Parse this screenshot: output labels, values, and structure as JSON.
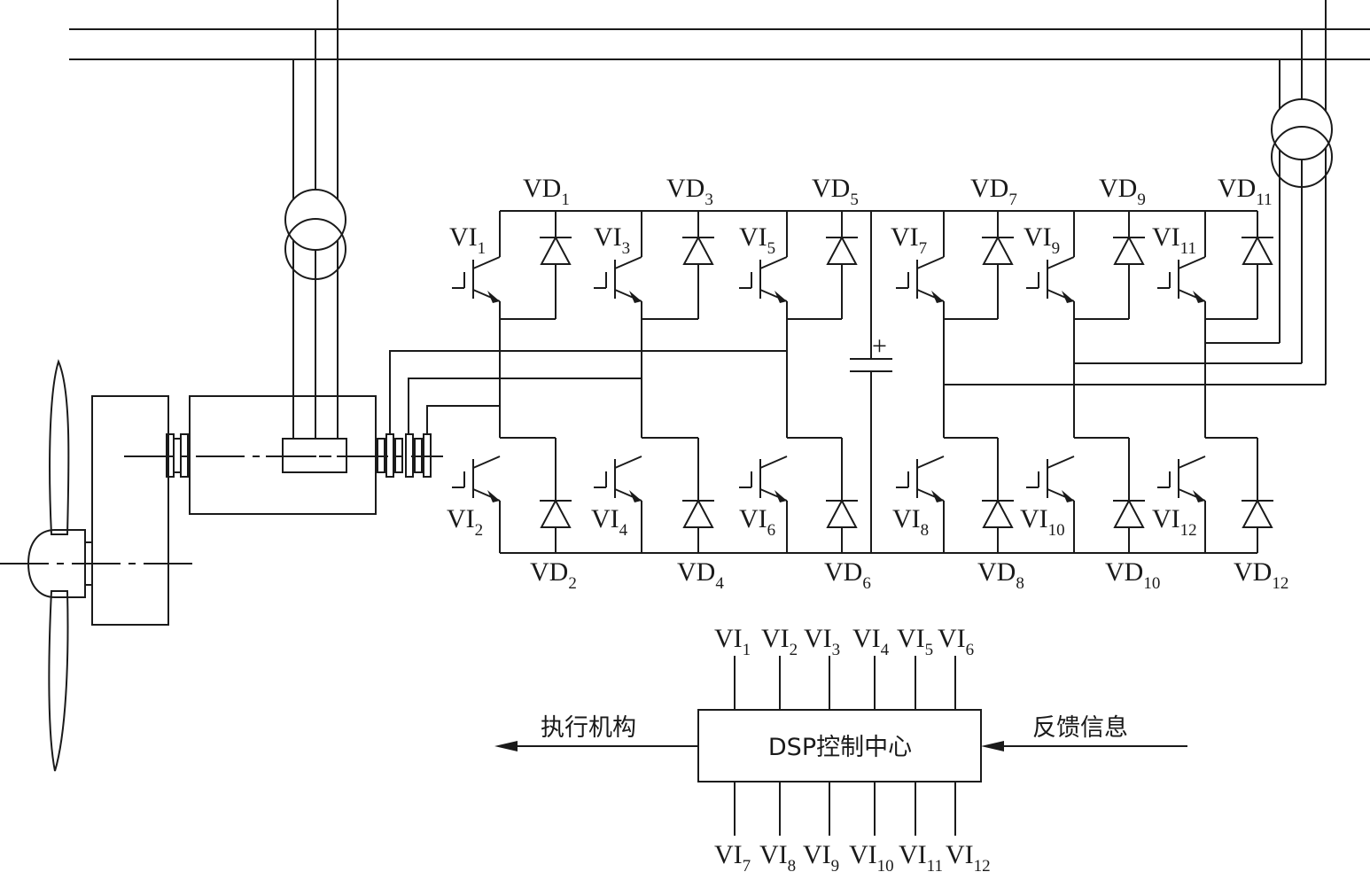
{
  "labels": {
    "vd": [
      {
        "base": "VD",
        "sub": "1"
      },
      {
        "base": "VD",
        "sub": "2"
      },
      {
        "base": "VD",
        "sub": "3"
      },
      {
        "base": "VD",
        "sub": "4"
      },
      {
        "base": "VD",
        "sub": "5"
      },
      {
        "base": "VD",
        "sub": "6"
      },
      {
        "base": "VD",
        "sub": "7"
      },
      {
        "base": "VD",
        "sub": "8"
      },
      {
        "base": "VD",
        "sub": "9"
      },
      {
        "base": "VD",
        "sub": "10"
      },
      {
        "base": "VD",
        "sub": "11"
      },
      {
        "base": "VD",
        "sub": "12"
      }
    ],
    "vi": [
      {
        "base": "VI",
        "sub": "1"
      },
      {
        "base": "VI",
        "sub": "2"
      },
      {
        "base": "VI",
        "sub": "3"
      },
      {
        "base": "VI",
        "sub": "4"
      },
      {
        "base": "VI",
        "sub": "5"
      },
      {
        "base": "VI",
        "sub": "6"
      },
      {
        "base": "VI",
        "sub": "7"
      },
      {
        "base": "VI",
        "sub": "8"
      },
      {
        "base": "VI",
        "sub": "9"
      },
      {
        "base": "VI",
        "sub": "10"
      },
      {
        "base": "VI",
        "sub": "11"
      },
      {
        "base": "VI",
        "sub": "12"
      }
    ],
    "capacitor_plus": "+"
  },
  "controller": {
    "title": "DSP控制中心",
    "output_label": "执行机构",
    "input_label": "反馈信息",
    "top_pins": [
      {
        "base": "VI",
        "sub": "1"
      },
      {
        "base": "VI",
        "sub": "2"
      },
      {
        "base": "VI",
        "sub": "3"
      },
      {
        "base": "VI",
        "sub": "4"
      },
      {
        "base": "VI",
        "sub": "5"
      },
      {
        "base": "VI",
        "sub": "6"
      }
    ],
    "bottom_pins": [
      {
        "base": "VI",
        "sub": "7"
      },
      {
        "base": "VI",
        "sub": "8"
      },
      {
        "base": "VI",
        "sub": "9"
      },
      {
        "base": "VI",
        "sub": "10"
      },
      {
        "base": "VI",
        "sub": "11"
      },
      {
        "base": "VI",
        "sub": "12"
      }
    ]
  }
}
